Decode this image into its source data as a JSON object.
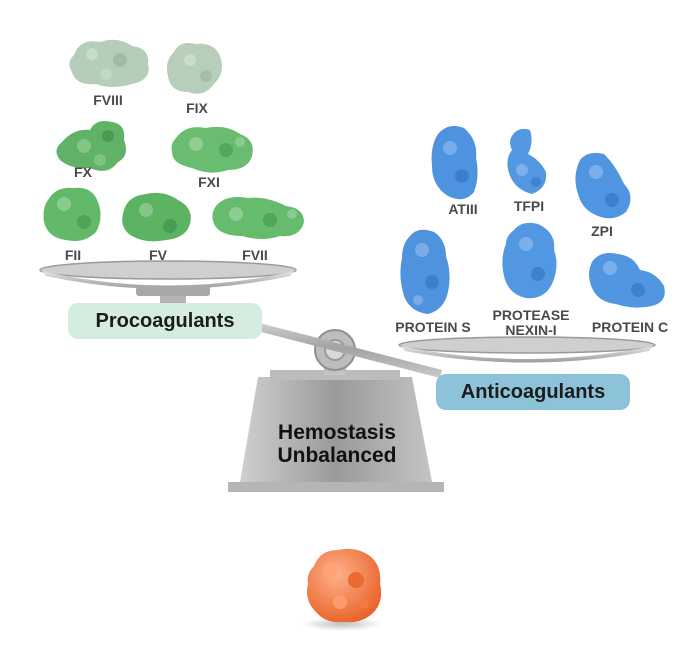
{
  "colors": {
    "procoagulant_light": "#b4ccb8",
    "procoagulant": "#62b86a",
    "anticoagulant": "#4f94e0",
    "center_protein": "#f08048",
    "procoagulant_pill": "#d5ece0",
    "anticoagulant_pill": "#8dc3d8",
    "scale_metal": "#a9a9a9"
  },
  "procoagulants": {
    "label": "Procoagulants",
    "proteins": [
      {
        "id": "fviii",
        "label": "FVIII"
      },
      {
        "id": "fix",
        "label": "FIX"
      },
      {
        "id": "fx",
        "label": "FX"
      },
      {
        "id": "fxi",
        "label": "FXI"
      },
      {
        "id": "fii",
        "label": "FII"
      },
      {
        "id": "fv",
        "label": "FV"
      },
      {
        "id": "fvii",
        "label": "FVII"
      }
    ]
  },
  "anticoagulants": {
    "label": "Anticoagulants",
    "proteins": [
      {
        "id": "atiii",
        "label": "ATIII"
      },
      {
        "id": "tfpi",
        "label": "TFPI"
      },
      {
        "id": "zpi",
        "label": "ZPI"
      },
      {
        "id": "protein_s",
        "label": "PROTEIN S"
      },
      {
        "id": "protease_nexin",
        "label_line1": "PROTEASE",
        "label_line2": "NEXIN-I"
      },
      {
        "id": "protein_c",
        "label": "PROTEIN C"
      }
    ]
  },
  "base": {
    "line1": "Hemostasis",
    "line2": "Unbalanced"
  },
  "center_protein": {
    "icon": "orange-protein-blob-icon"
  }
}
